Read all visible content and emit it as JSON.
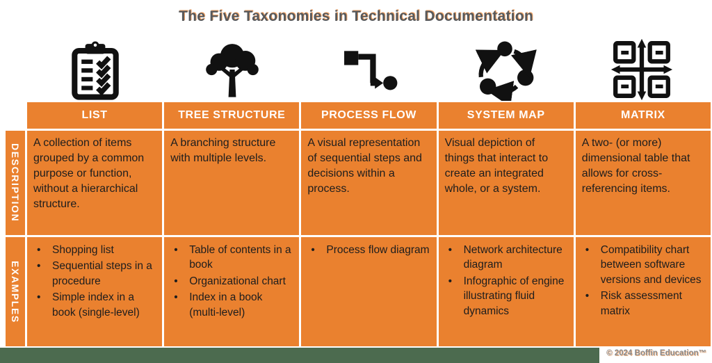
{
  "title": "The Five Taxonomies in Technical Documentation",
  "row_labels": {
    "description": "DESCRIPTION",
    "examples": "EXAMPLES"
  },
  "columns": [
    {
      "icon": "checklist-clipboard-icon",
      "header": "LIST",
      "description": "A collection of items grouped by a common purpose or function, without a hierarchical structure.",
      "examples": [
        "Shopping list",
        "Sequential steps in a procedure",
        "Simple index in a book (single-level)"
      ]
    },
    {
      "icon": "tree-icon",
      "header": "TREE STRUCTURE",
      "description": "A branching structure with multiple levels.",
      "examples": [
        "Table of contents in a book",
        "Organizational chart",
        "Index in a book (multi-level)"
      ]
    },
    {
      "icon": "flowchart-icon",
      "header": "PROCESS FLOW",
      "description": "A visual representation of sequential steps and decisions within a process.",
      "examples": [
        "Process flow diagram"
      ]
    },
    {
      "icon": "cycle-icon",
      "header": "SYSTEM MAP",
      "description": "Visual depiction of things that interact to create an integrated whole, or a system.",
      "examples": [
        "Network architecture diagram",
        "Infographic of engine illustrating fluid dynamics"
      ]
    },
    {
      "icon": "matrix-grid-icon",
      "header": "MATRIX",
      "description": "A two- (or more) dimensional table that allows for cross-referencing items.",
      "examples": [
        "Compatibility chart between software versions and devices",
        "Risk assessment matrix"
      ]
    }
  ],
  "footer": {
    "copyright": "© 2024 Boffin Education™"
  },
  "colors": {
    "table_orange": "#ea812f",
    "header_text": "#ffffff",
    "body_text": "#1d1d1d",
    "title_text": "#58595b",
    "footer_bar_green": "#4c6b4f",
    "copyright_text": "#8a8a8c",
    "icon_black": "#111111"
  }
}
